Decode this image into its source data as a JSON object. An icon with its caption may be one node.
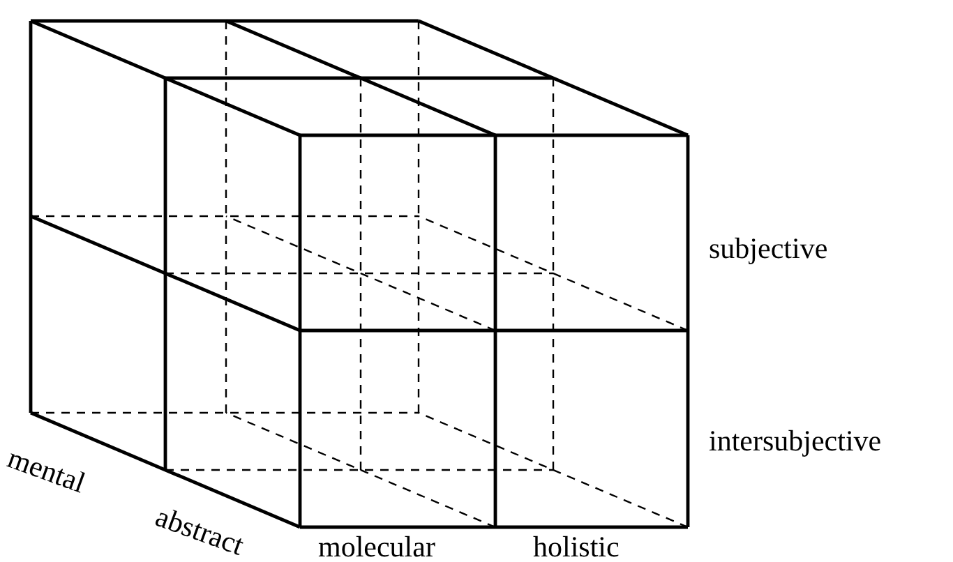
{
  "diagram": {
    "labels": [
      "subjective",
      "intersubjective",
      "mental",
      "abstract",
      "molecular",
      "holistic"
    ]
  }
}
